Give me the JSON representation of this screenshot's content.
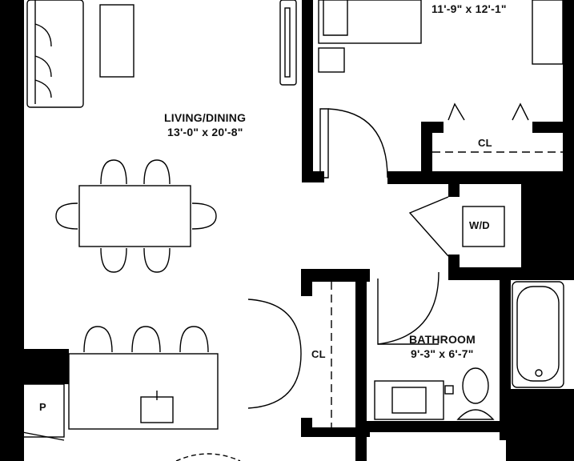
{
  "rooms": {
    "bedroom": {
      "dimensions": "11'-9\" x 12'-1\""
    },
    "living_dining": {
      "name": "LIVING/DINING",
      "dimensions": "13'-0\" x 20'-8\""
    },
    "bathroom": {
      "name": "BATHROOM",
      "dimensions": "9'-3\" x 6'-7\""
    },
    "closet_bedroom": {
      "name": "CL"
    },
    "closet_hall": {
      "name": "CL"
    },
    "laundry": {
      "name": "W/D"
    },
    "pantry": {
      "name": "P"
    }
  }
}
